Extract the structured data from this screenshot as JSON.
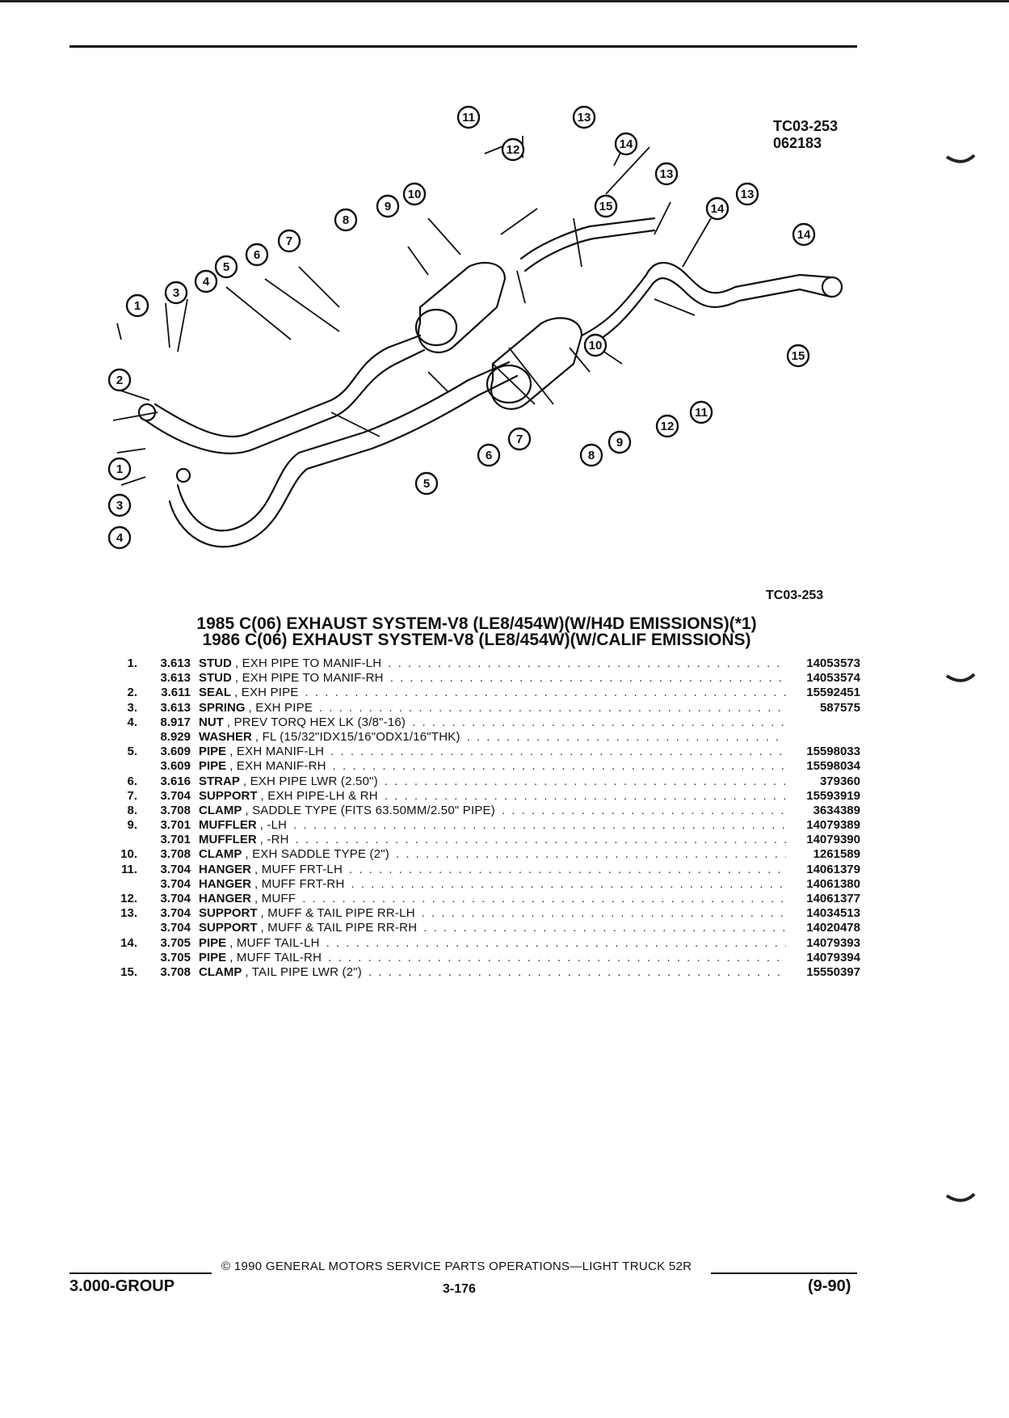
{
  "figure": {
    "code": "TC03-253",
    "date_code": "062183",
    "caption": "TC03-253",
    "callouts": [
      "1",
      "2",
      "3",
      "4",
      "5",
      "6",
      "7",
      "8",
      "9",
      "10",
      "11",
      "12",
      "13",
      "14",
      "15"
    ]
  },
  "titles": {
    "line1": "1985 C(06) EXHAUST SYSTEM-V8 (LE8/454W)(W/H4D EMISSIONS)(*1)",
    "line2": "1986 C(06) EXHAUST SYSTEM-V8 (LE8/454W)(W/CALIF EMISSIONS)"
  },
  "parts": [
    {
      "num": "1.",
      "group": "3.613",
      "name": "STUD",
      "desc": ", EXH PIPE TO MANIF-LH",
      "pn": "14053573"
    },
    {
      "num": "",
      "group": "3.613",
      "name": "STUD",
      "desc": ", EXH PIPE TO MANIF-RH",
      "pn": "14053574"
    },
    {
      "num": "2.",
      "group": "3.611",
      "name": "SEAL",
      "desc": ", EXH PIPE",
      "pn": "15592451"
    },
    {
      "num": "3.",
      "group": "3.613",
      "name": "SPRING",
      "desc": ", EXH PIPE",
      "pn": "587575"
    },
    {
      "num": "4.",
      "group": "8.917",
      "name": "NUT",
      "desc": ", PREV TORQ HEX LK (3/8\"-16)",
      "pn": ""
    },
    {
      "num": "",
      "group": "8.929",
      "name": "WASHER",
      "desc": ", FL (15/32\"IDX15/16\"ODX1/16\"THK)",
      "pn": ""
    },
    {
      "num": "5.",
      "group": "3.609",
      "name": "PIPE",
      "desc": ", EXH MANIF-LH",
      "pn": "15598033"
    },
    {
      "num": "",
      "group": "3.609",
      "name": "PIPE",
      "desc": ", EXH MANIF-RH",
      "pn": "15598034"
    },
    {
      "num": "6.",
      "group": "3.616",
      "name": "STRAP",
      "desc": ", EXH PIPE LWR (2.50\")",
      "pn": "379360"
    },
    {
      "num": "7.",
      "group": "3.704",
      "name": "SUPPORT",
      "desc": ", EXH PIPE-LH & RH",
      "pn": "15593919"
    },
    {
      "num": "8.",
      "group": "3.708",
      "name": "CLAMP",
      "desc": ", SADDLE TYPE (FITS 63.50MM/2.50\" PIPE)",
      "pn": "3634389"
    },
    {
      "num": "9.",
      "group": "3.701",
      "name": "MUFFLER",
      "desc": ", -LH",
      "pn": "14079389"
    },
    {
      "num": "",
      "group": "3.701",
      "name": "MUFFLER",
      "desc": ", -RH",
      "pn": "14079390"
    },
    {
      "num": "10.",
      "group": "3.708",
      "name": "CLAMP",
      "desc": ", EXH SADDLE TYPE (2\")",
      "pn": "1261589"
    },
    {
      "num": "11.",
      "group": "3.704",
      "name": "HANGER",
      "desc": ", MUFF FRT-LH",
      "pn": "14061379"
    },
    {
      "num": "",
      "group": "3.704",
      "name": "HANGER",
      "desc": ", MUFF FRT-RH",
      "pn": "14061380"
    },
    {
      "num": "12.",
      "group": "3.704",
      "name": "HANGER",
      "desc": ", MUFF",
      "pn": "14061377"
    },
    {
      "num": "13.",
      "group": "3.704",
      "name": "SUPPORT",
      "desc": ", MUFF & TAIL PIPE RR-LH",
      "pn": "14034513"
    },
    {
      "num": "",
      "group": "3.704",
      "name": "SUPPORT",
      "desc": ", MUFF & TAIL PIPE RR-RH",
      "pn": "14020478"
    },
    {
      "num": "14.",
      "group": "3.705",
      "name": "PIPE",
      "desc": ", MUFF TAIL-LH",
      "pn": "14079393"
    },
    {
      "num": "",
      "group": "3.705",
      "name": "PIPE",
      "desc": ", MUFF TAIL-RH",
      "pn": "14079394"
    },
    {
      "num": "15.",
      "group": "3.708",
      "name": "CLAMP",
      "desc": ", TAIL PIPE LWR (2\")",
      "pn": "15550397"
    }
  ],
  "footer": {
    "copyright": "© 1990 GENERAL MOTORS SERVICE PARTS OPERATIONS—LIGHT TRUCK 52R",
    "group": "3.000-GROUP",
    "page": "3-176",
    "date": "(9-90)"
  }
}
